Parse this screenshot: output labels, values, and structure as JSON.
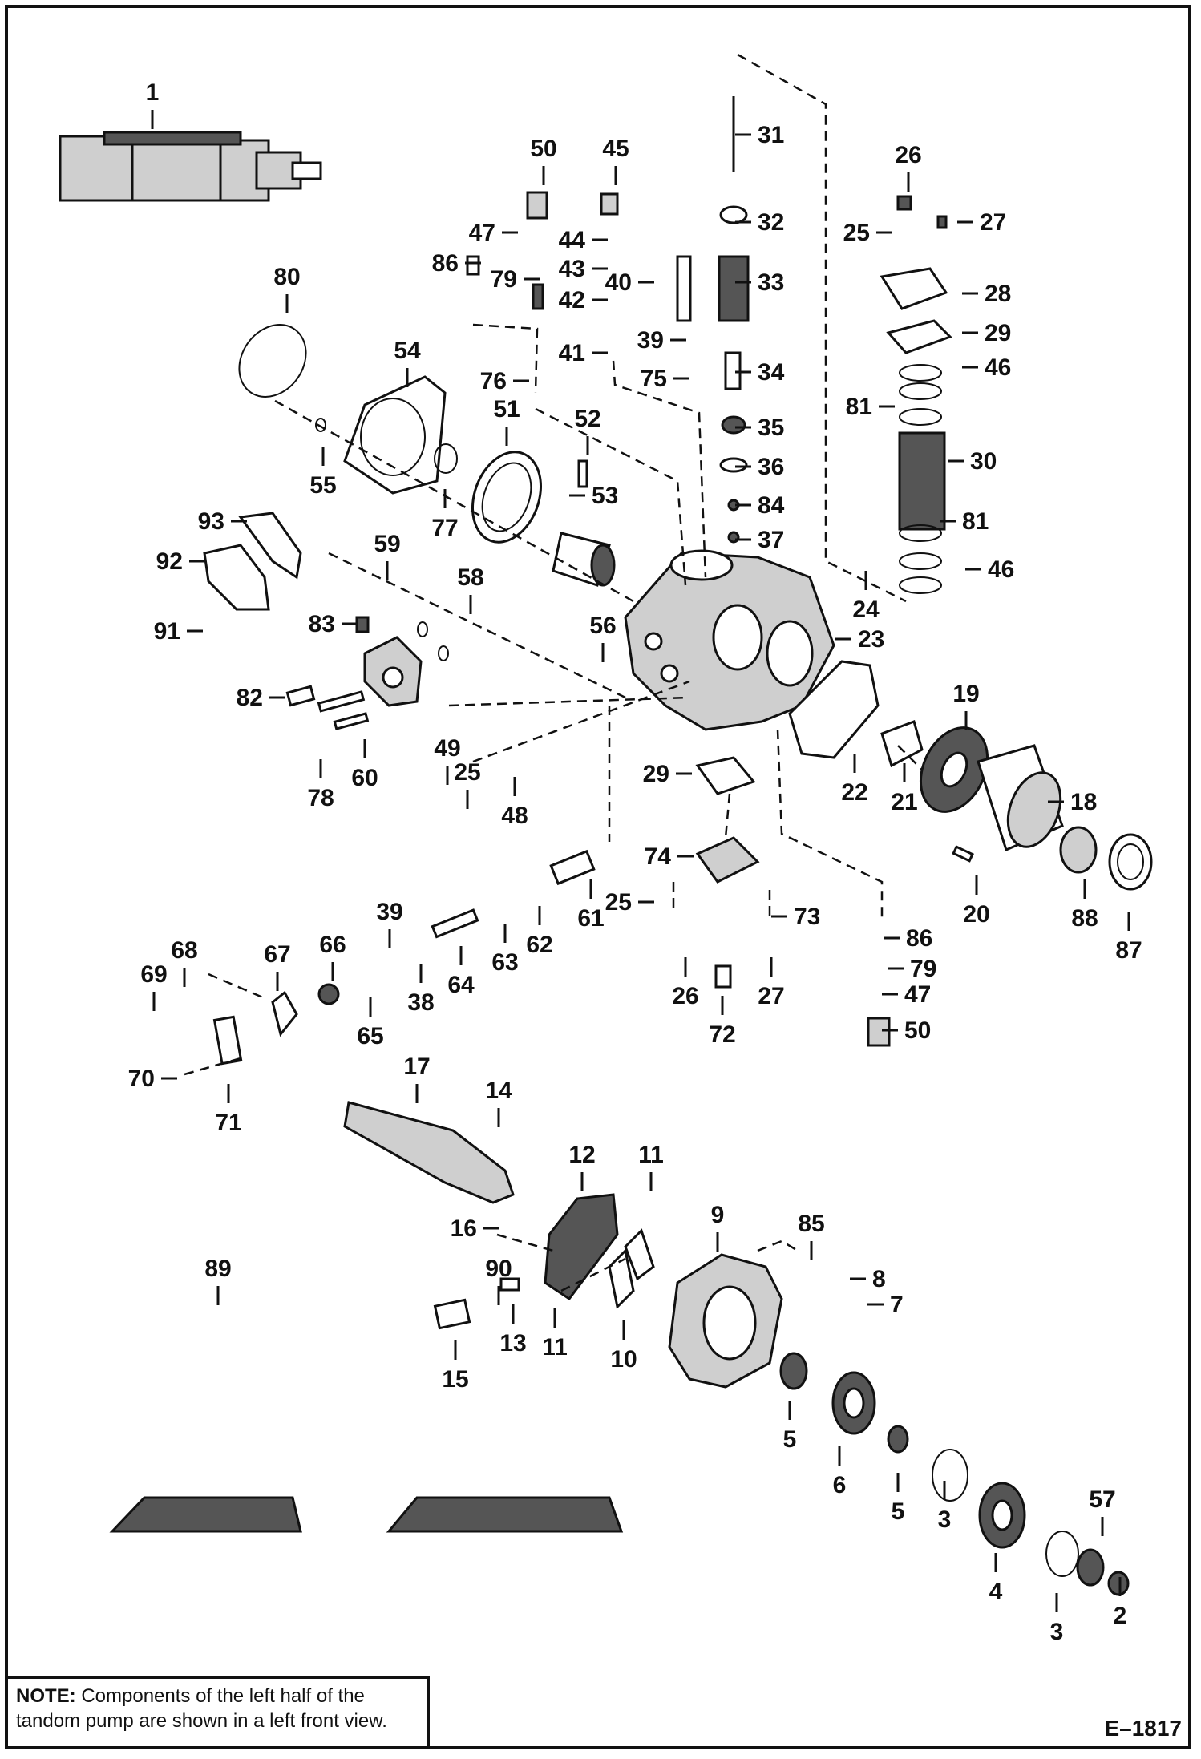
{
  "note": {
    "label": "NOTE:",
    "text": "Components of the left half of the tandom pump are shown in a left front view."
  },
  "figure_id": "E–1817",
  "callouts": [
    "1",
    "2",
    "3",
    "3",
    "4",
    "5",
    "5",
    "6",
    "7",
    "8",
    "9",
    "10",
    "11",
    "11",
    "12",
    "13",
    "14",
    "15",
    "16",
    "17",
    "18",
    "19",
    "20",
    "21",
    "22",
    "23",
    "24",
    "25",
    "25",
    "25",
    "26",
    "26",
    "27",
    "27",
    "28",
    "29",
    "29",
    "30",
    "31",
    "32",
    "33",
    "34",
    "35",
    "36",
    "37",
    "38",
    "39",
    "39",
    "40",
    "41",
    "42",
    "43",
    "44",
    "45",
    "46",
    "46",
    "47",
    "47",
    "48",
    "49",
    "50",
    "50",
    "51",
    "52",
    "53",
    "54",
    "55",
    "56",
    "57",
    "58",
    "59",
    "60",
    "61",
    "62",
    "63",
    "64",
    "65",
    "66",
    "67",
    "68",
    "69",
    "70",
    "71",
    "72",
    "73",
    "74",
    "75",
    "76",
    "77",
    "78",
    "79",
    "79",
    "80",
    "81",
    "81",
    "82",
    "83",
    "84",
    "85",
    "86",
    "86",
    "87",
    "88",
    "89",
    "90",
    "91",
    "92",
    "93"
  ]
}
